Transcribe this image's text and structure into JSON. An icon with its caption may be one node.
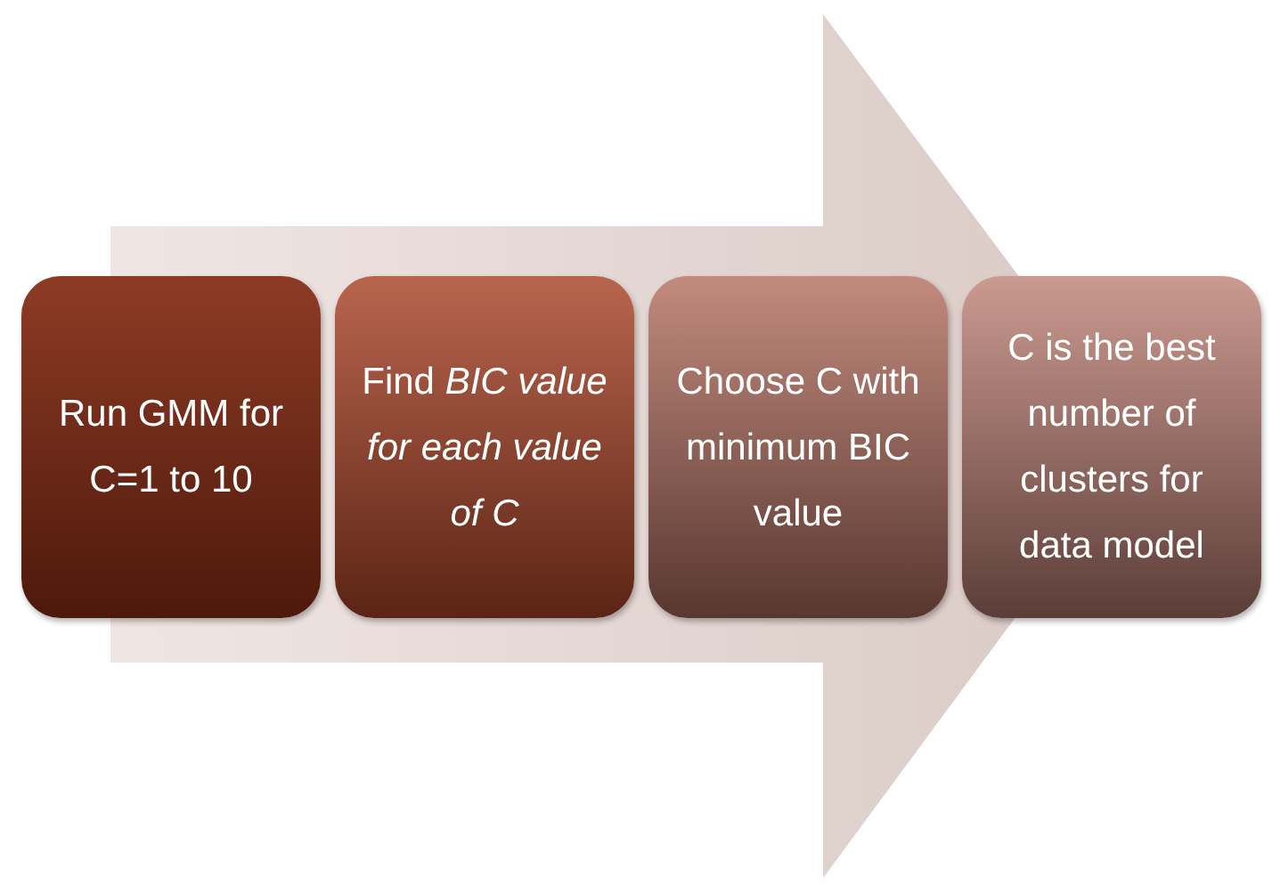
{
  "diagram": {
    "nodes": [
      {
        "text": [
          "Run GMM for C=1 to 10"
        ]
      },
      {
        "text": [
          "Find *BIC value for each value of C*"
        ]
      },
      {
        "text": [
          "Choose C with minimum BIC value"
        ]
      },
      {
        "text": [
          "C is the best number of clusters for data model"
        ]
      }
    ],
    "edges": [
      {
        "from": 0,
        "to": 3,
        "arrow": "to"
      }
    ]
  }
}
